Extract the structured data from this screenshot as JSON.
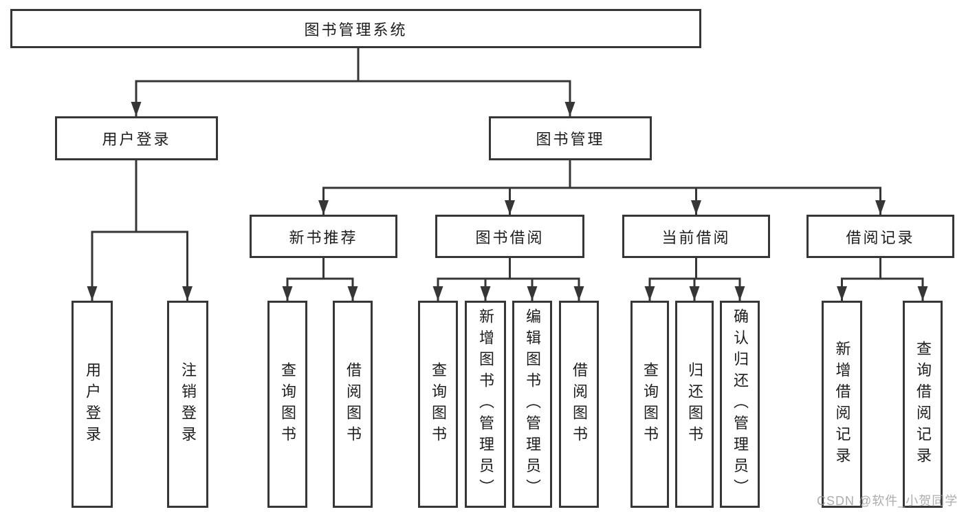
{
  "tree": {
    "label": "图书管理系统",
    "children": [
      {
        "label": "用户登录",
        "children": [
          {
            "label": "用户登录"
          },
          {
            "label": "注销登录"
          }
        ]
      },
      {
        "label": "图书管理",
        "children": [
          {
            "label": "新书推荐",
            "children": [
              {
                "label": "查询图书"
              },
              {
                "label": "借阅图书"
              }
            ]
          },
          {
            "label": "图书借阅",
            "children": [
              {
                "label": "查询图书"
              },
              {
                "label": "新增图书（管理员）"
              },
              {
                "label": "编辑图书（管理员）"
              },
              {
                "label": "借阅图书"
              }
            ]
          },
          {
            "label": "当前借阅",
            "children": [
              {
                "label": "查询图书"
              },
              {
                "label": "归还图书"
              },
              {
                "label": "确认归还（管理员）"
              }
            ]
          },
          {
            "label": "借阅记录",
            "children": [
              {
                "label": "新增借阅记录"
              },
              {
                "label": "查询借阅记录"
              }
            ]
          }
        ]
      }
    ]
  },
  "watermark": {
    "text": "CSDN @软件_小贺同学"
  },
  "colors": {
    "line": "#363636",
    "box_border": "#363636",
    "text": "#1d1d1d",
    "watermark": "#9e9e9e",
    "background": "#ffffff"
  }
}
